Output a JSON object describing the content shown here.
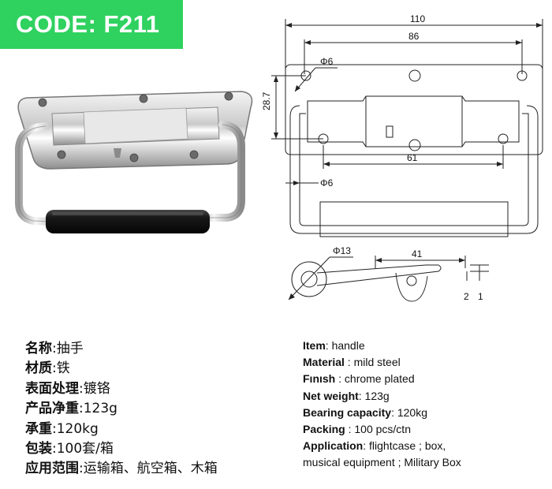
{
  "code_badge": "CODE: F211",
  "drawing": {
    "dim_total_width": "110",
    "dim_hole_spacing_top": "86",
    "dim_height": "28.7",
    "dim_hole_top": "Φ6",
    "dim_hole_spacing_bottom": "61",
    "dim_hole_side": "Φ6",
    "dim_ring": "Φ13",
    "dim_side_length": "41",
    "dim_thickness_a": "2",
    "dim_thickness_b": "1"
  },
  "specs_cn": [
    {
      "label": "名称",
      "value": "抽手"
    },
    {
      "label": "材质",
      "value": "铁"
    },
    {
      "label": "表面处理",
      "value": "镀铬"
    },
    {
      "label": "产品净重",
      "value": "123g"
    },
    {
      "label": "承重",
      "value": "120kg"
    },
    {
      "label": "包装",
      "value": "100套/箱"
    },
    {
      "label": "应用范围",
      "value": "运输箱、航空箱、木箱"
    }
  ],
  "specs_en": [
    {
      "label": "Item",
      "sep": ":",
      "value": " handle"
    },
    {
      "label": "Material",
      "sep": " :",
      "value": " mild steel"
    },
    {
      "label": "Fınısh",
      "sep": " :",
      "value": " chrome plated"
    },
    {
      "label": "Net weight",
      "sep": ":",
      "value": "  123g"
    },
    {
      "label": "Bearing capacity",
      "sep": ":",
      "value": " 120kg"
    },
    {
      "label": "Packing",
      "sep": " :",
      "value": " 100  pcs/ctn"
    },
    {
      "label": "Application",
      "sep": ":",
      "value": " flightcase ; box,"
    },
    {
      "label": "",
      "sep": "",
      "value": "musical equipment ; Military Box"
    }
  ]
}
